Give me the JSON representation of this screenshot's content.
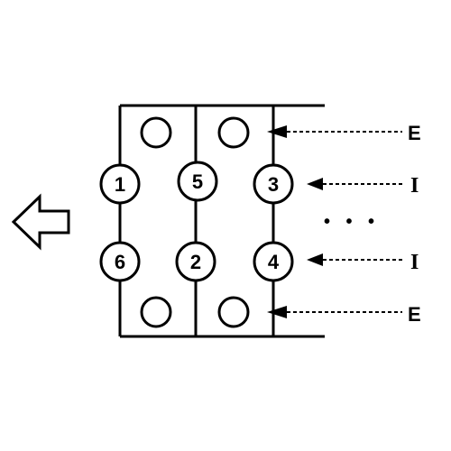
{
  "bolts": {
    "b1": "1",
    "b2": "2",
    "b3": "3",
    "b4": "4",
    "b5": "5",
    "b6": "6"
  },
  "labels": {
    "exhaust_top": "E",
    "intake_upper": "I",
    "intake_lower": "I",
    "exhaust_bottom": "E",
    "ellipsis": "• • •"
  }
}
